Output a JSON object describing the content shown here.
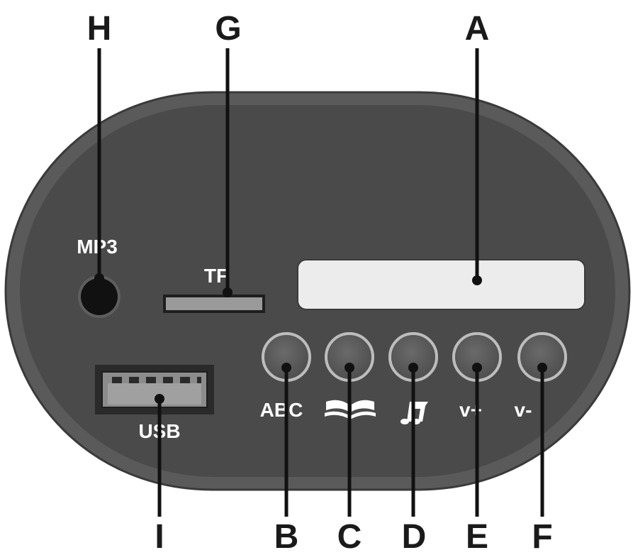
{
  "callouts": {
    "A": "A",
    "B": "B",
    "C": "C",
    "D": "D",
    "E": "E",
    "F": "F",
    "G": "G",
    "H": "H",
    "I": "I"
  },
  "panel_labels": {
    "mp3": "MP3",
    "tf": "TF",
    "usb": "USB",
    "abc": "ABC",
    "vol_up": "v+",
    "vol_down": "v-"
  },
  "icons": {
    "button_c": "open-book-icon",
    "button_d": "music-note-icon"
  },
  "colors": {
    "panel_body": "#4a4a4a",
    "panel_rim": "#6b6b6b",
    "display_window": "#ececec",
    "button_face": "#595959",
    "leader_line": "#111111",
    "label_text": "#ffffff"
  }
}
